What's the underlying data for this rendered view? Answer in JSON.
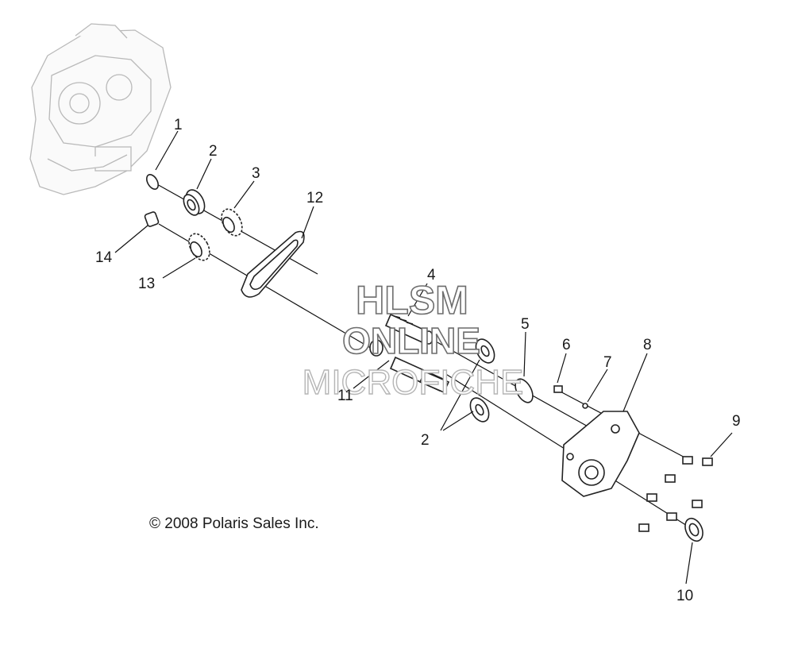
{
  "callouts": [
    "1",
    "2",
    "3",
    "12",
    "14",
    "13",
    "4",
    "5",
    "6",
    "7",
    "8",
    "11",
    "2",
    "9",
    "10"
  ],
  "copyright": "© 2008 Polaris Sales Inc.",
  "watermark": {
    "line1": "HLSM",
    "line2": "ONLINE",
    "line3": "MICROFICHE"
  }
}
